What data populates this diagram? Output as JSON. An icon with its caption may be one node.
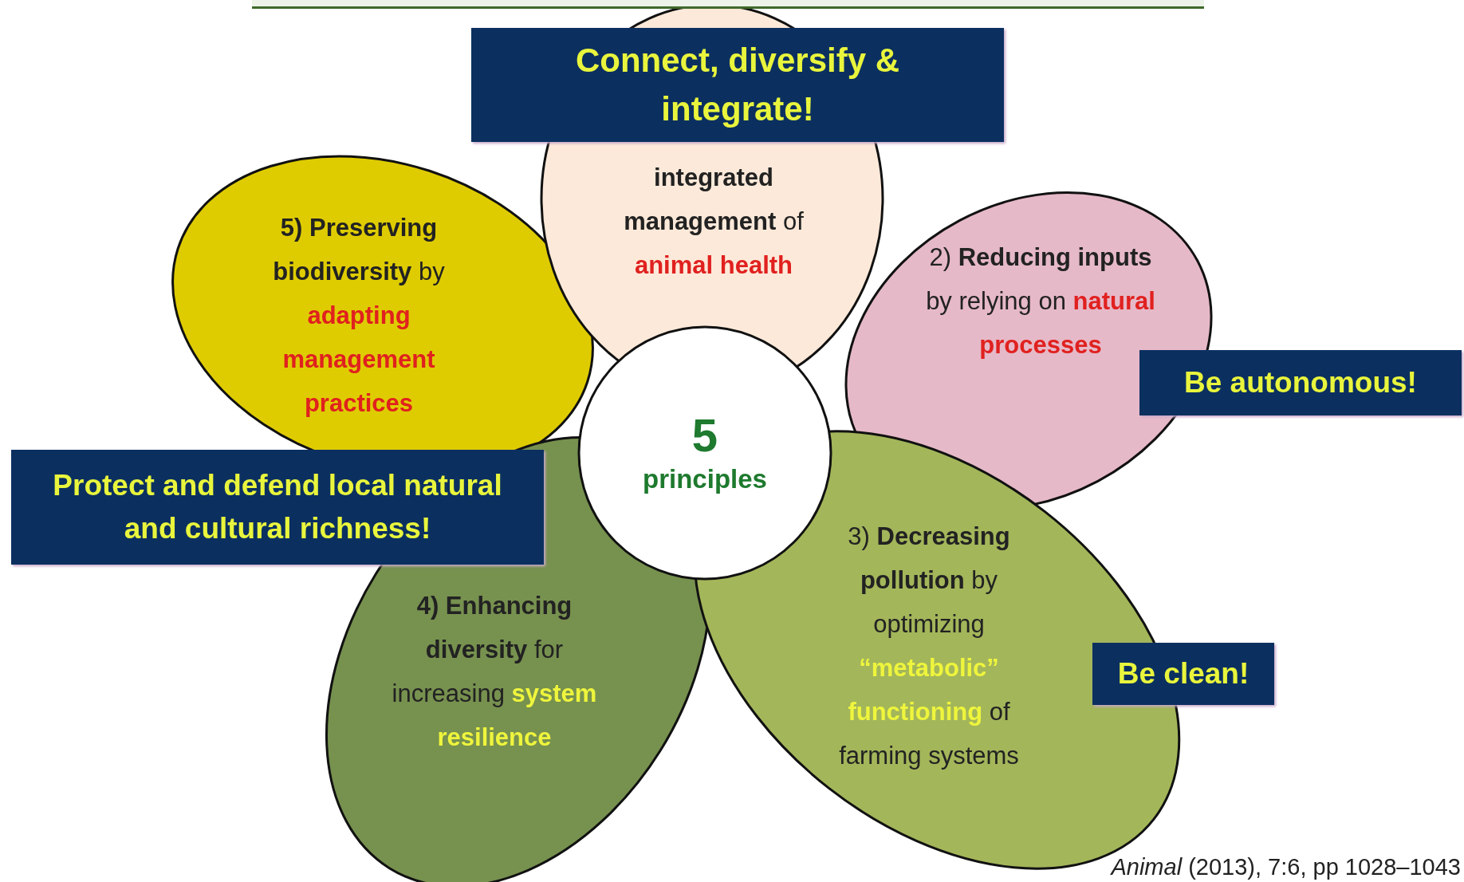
{
  "diagram": {
    "nodes": [
      {
        "text": [
          "**integrated management** of **animal health**"
        ]
      },
      {
        "text": [
          "2) **Reducing inputs** by relying on **natural processes**"
        ]
      },
      {
        "text": [
          "3) **Decreasing pollution** by optimizing **“metabolic” functioning** of farming systems"
        ]
      },
      {
        "text": [
          "**4) Enhancing diversity** for increasing **system resilience**"
        ]
      },
      {
        "text": [
          "**5) Preserving biodiversity** by **adapting management practices**"
        ]
      },
      {
        "text": [
          "5",
          "principles"
        ]
      },
      {
        "text": [
          "Connect, diversify & integrate!"
        ]
      },
      {
        "text": [
          "Be autonomous!"
        ]
      },
      {
        "text": [
          "Protect and defend local natural and cultural richness!"
        ]
      },
      {
        "text": [
          "Be clean!"
        ]
      }
    ],
    "edges": [],
    "labels": [
      "*Animal* (2013), 7:6, pp 1028–1043"
    ]
  }
}
